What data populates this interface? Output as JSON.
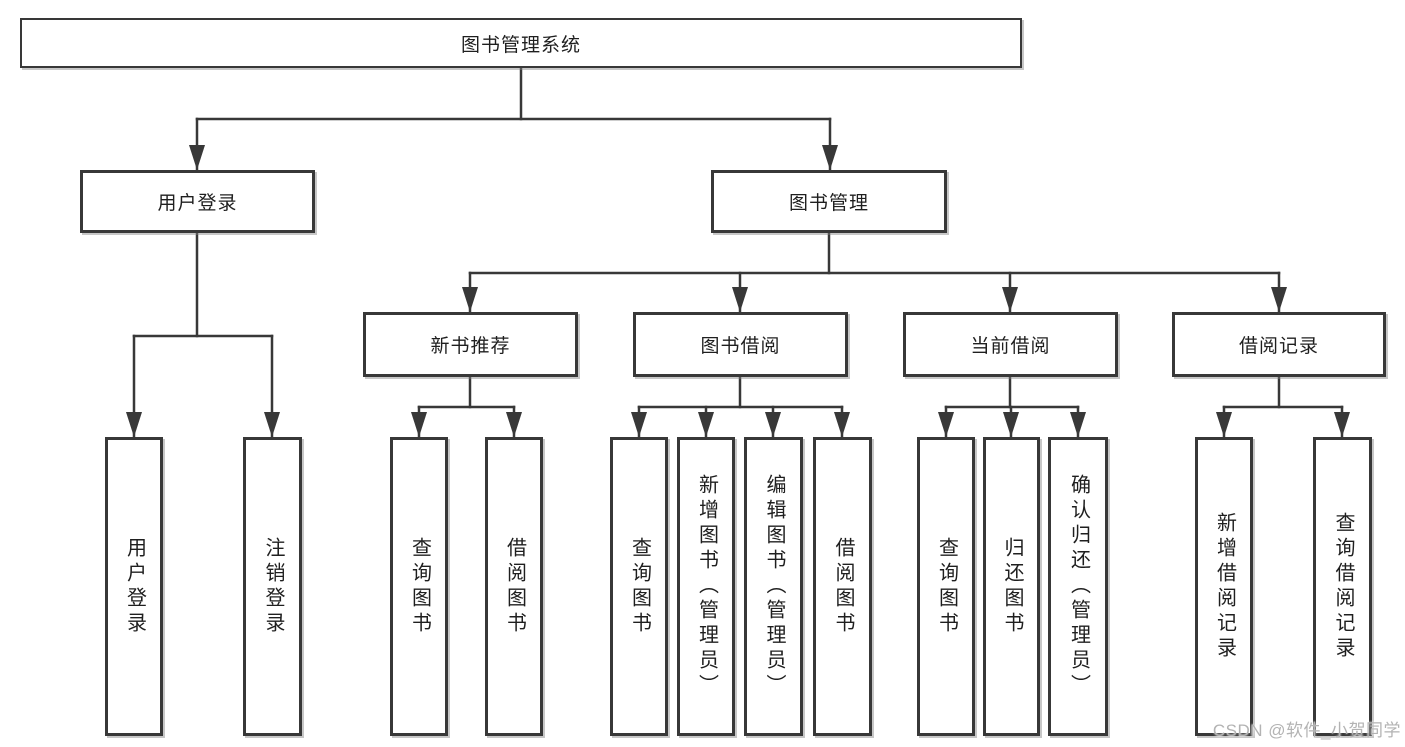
{
  "diagram": {
    "type": "hierarchy-tree",
    "orientation": "top-down"
  },
  "tree": {
    "label": "图书管理系统",
    "children": [
      {
        "label": "用户登录",
        "children": [
          {
            "label": "用户登录"
          },
          {
            "label": "注销登录"
          }
        ]
      },
      {
        "label": "图书管理",
        "children": [
          {
            "label": "新书推荐",
            "children": [
              {
                "label": "查询图书"
              },
              {
                "label": "借阅图书"
              }
            ]
          },
          {
            "label": "图书借阅",
            "children": [
              {
                "label": "查询图书"
              },
              {
                "label": "新增图书（管理员）"
              },
              {
                "label": "编辑图书（管理员）"
              },
              {
                "label": "借阅图书"
              }
            ]
          },
          {
            "label": "当前借阅",
            "children": [
              {
                "label": "查询图书"
              },
              {
                "label": "归还图书"
              },
              {
                "label": "确认归还（管理员）"
              }
            ]
          },
          {
            "label": "借阅记录",
            "children": [
              {
                "label": "新增借阅记录"
              },
              {
                "label": "查询借阅记录"
              }
            ]
          }
        ]
      }
    ]
  },
  "watermark": {
    "text": "CSDN @软件_小贺同学"
  },
  "colors": {
    "line": "#383838",
    "box_border": "#383838",
    "box_background": "#ffffff",
    "text": "#1f1f1f",
    "watermark": "#b3b3b3",
    "page_background": "#ffffff"
  }
}
